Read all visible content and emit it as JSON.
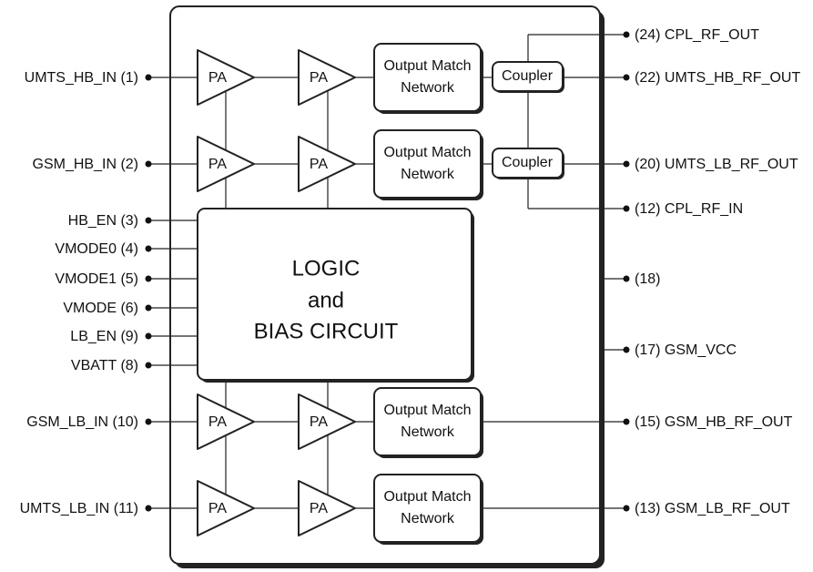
{
  "diagram": {
    "amplifier_label": "PA",
    "match_network_line1": "Output Match",
    "match_network_line2": "Network",
    "coupler_label": "Coupler",
    "logic_block": {
      "line1": "LOGIC",
      "line2": "and",
      "line3": "BIAS CIRCUIT"
    },
    "left_pins": [
      "UMTS_HB_IN (1)",
      "GSM_HB_IN (2)",
      "HB_EN (3)",
      "VMODE0 (4)",
      "VMODE1 (5)",
      "VMODE (6)",
      "LB_EN (9)",
      "VBATT (8)",
      "GSM_LB_IN (10)",
      "UMTS_LB_IN (11)"
    ],
    "right_pins": [
      "(24) CPL_RF_OUT",
      "(22) UMTS_HB_RF_OUT",
      "(20) UMTS_LB_RF_OUT",
      "(12) CPL_RF_IN",
      "(18)",
      "(17) GSM_VCC",
      "(15) GSM_HB_RF_OUT",
      "(13) GSM_LB_RF_OUT"
    ]
  }
}
